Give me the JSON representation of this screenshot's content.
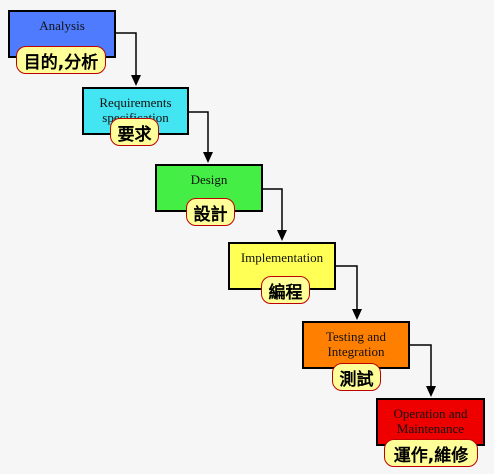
{
  "stages": [
    {
      "label": "Analysis",
      "tag": "目的,分析",
      "color": "#4f7cff"
    },
    {
      "label": "Requirements specification",
      "tag": "要求",
      "color": "#44e5f2"
    },
    {
      "label": "Design",
      "tag": "設計",
      "color": "#44ee44"
    },
    {
      "label": "Implementation",
      "tag": "編程",
      "color": "#ffff55"
    },
    {
      "label": "Testing and Integration",
      "tag": "測試",
      "color": "#ff7f00"
    },
    {
      "label": "Operation and Maintenance",
      "tag": "運作,維修",
      "color": "#ee0000"
    }
  ]
}
